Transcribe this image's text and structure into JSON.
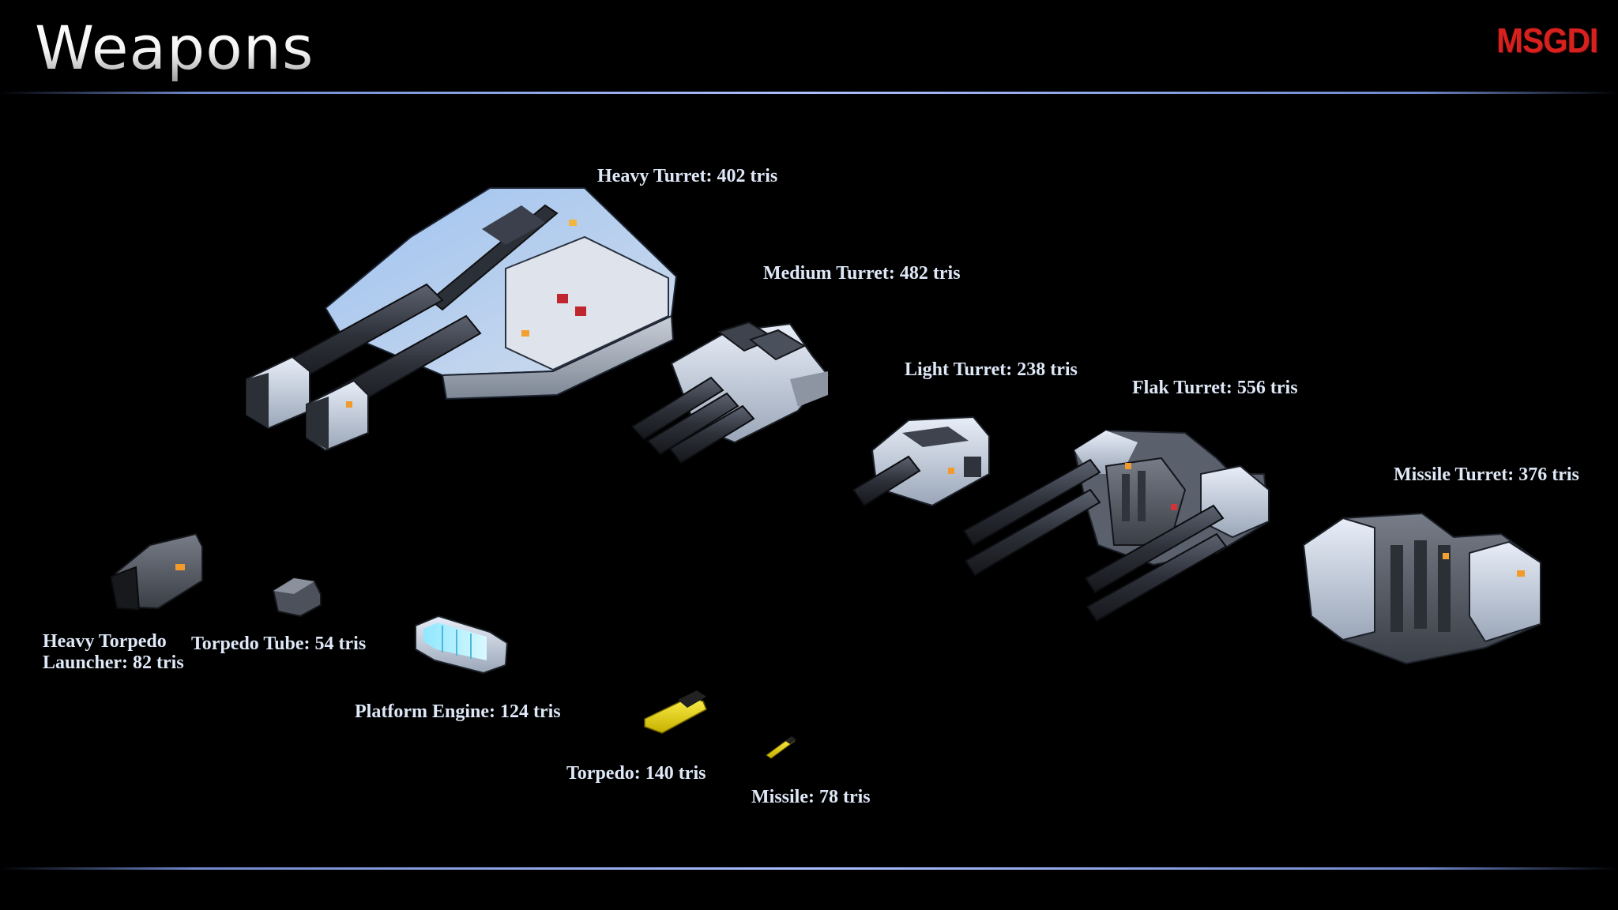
{
  "page": {
    "title": "Weapons",
    "logo_text": "MSGDI",
    "accent_color": "#d7211f",
    "rule_color": "#aabfff"
  },
  "items": [
    {
      "id": "heavy-turret",
      "label": "Heavy Turret: 402 tris"
    },
    {
      "id": "medium-turret",
      "label": "Medium Turret: 482 tris"
    },
    {
      "id": "light-turret",
      "label": "Light Turret: 238 tris"
    },
    {
      "id": "flak-turret",
      "label": "Flak Turret: 556 tris"
    },
    {
      "id": "missile-turret",
      "label": "Missile Turret: 376 tris"
    },
    {
      "id": "heavy-torpedo-launcher",
      "label_line1": "Heavy Torpedo",
      "label_line2": "Launcher: 82 tris"
    },
    {
      "id": "torpedo-tube",
      "label": "Torpedo Tube: 54 tris"
    },
    {
      "id": "platform-engine",
      "label": "Platform Engine: 124 tris"
    },
    {
      "id": "torpedo",
      "label": "Torpedo: 140 tris"
    },
    {
      "id": "missile",
      "label": "Missile: 78 tris"
    }
  ]
}
